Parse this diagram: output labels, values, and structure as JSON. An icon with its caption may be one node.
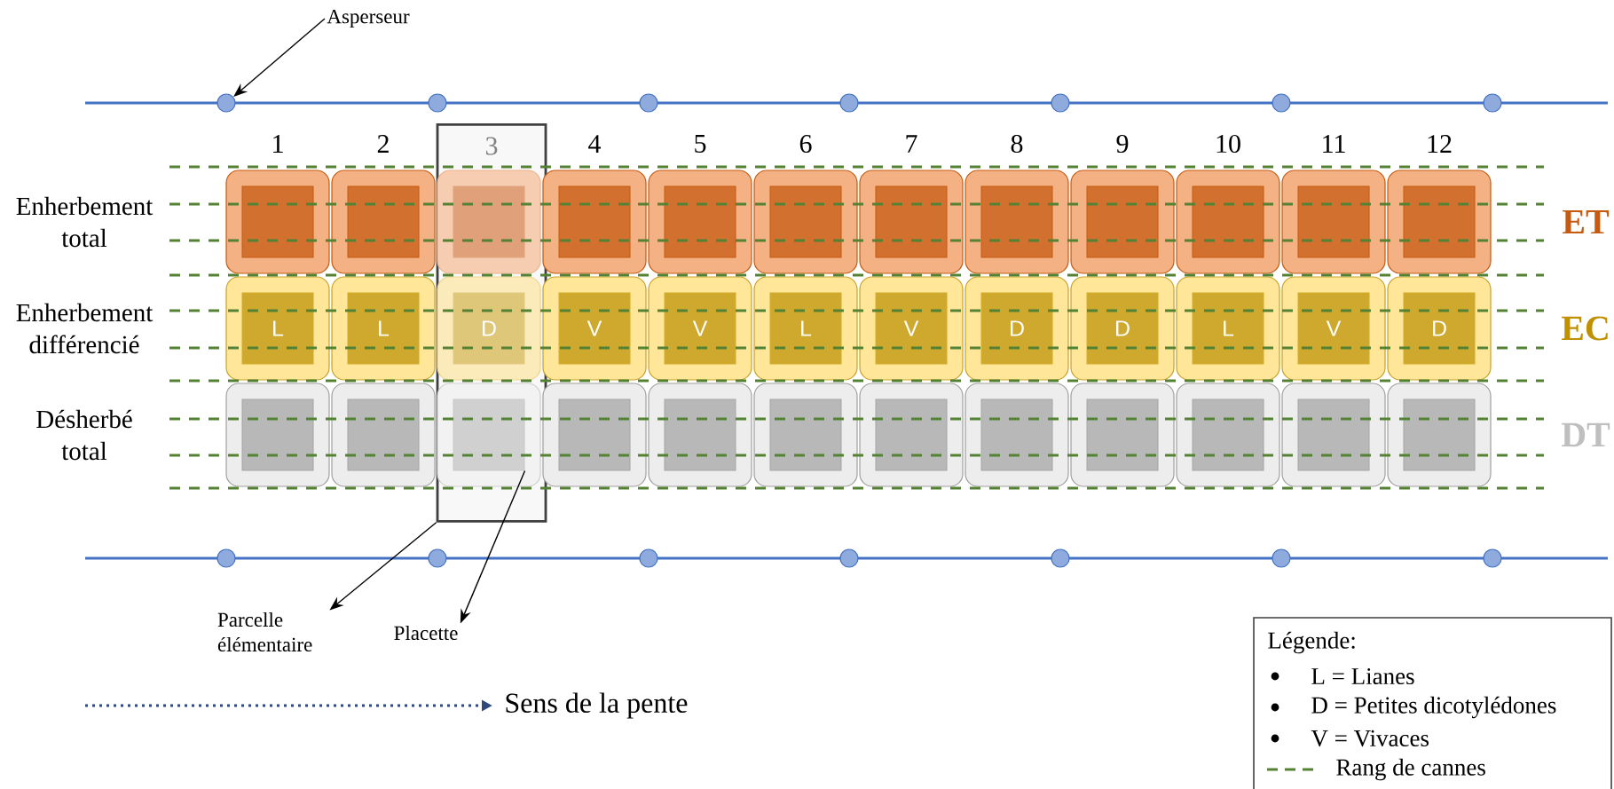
{
  "diagram": {
    "nodes": [
      {
        "text": [
          "Asperseur"
        ]
      },
      {
        "text": [],
        "shape": "circle"
      },
      {
        "text": [],
        "shape": "circle"
      },
      {
        "text": [],
        "shape": "circle"
      },
      {
        "text": [],
        "shape": "circle"
      },
      {
        "text": [],
        "shape": "circle"
      },
      {
        "text": [],
        "shape": "circle"
      },
      {
        "text": [],
        "shape": "circle"
      },
      {
        "text": [
          "3"
        ]
      },
      {
        "text": [],
        "shape": "box"
      },
      {
        "text": [],
        "shape": "box",
        "in": 9
      },
      {
        "text": [],
        "shape": "box"
      },
      {
        "text": [],
        "shape": "box",
        "in": 11
      },
      {
        "text": [],
        "shape": "box",
        "in": 8
      },
      {
        "text": [],
        "shape": "box",
        "in": 13
      },
      {
        "text": [],
        "shape": "box"
      },
      {
        "text": [],
        "shape": "box",
        "in": 15
      },
      {
        "text": [],
        "shape": "box"
      },
      {
        "text": [],
        "shape": "box",
        "in": 17
      },
      {
        "text": [],
        "shape": "box"
      },
      {
        "text": [],
        "shape": "box",
        "in": 19
      },
      {
        "text": [],
        "shape": "box"
      },
      {
        "text": [],
        "shape": "box",
        "in": 21
      },
      {
        "text": [],
        "shape": "box"
      },
      {
        "text": [],
        "shape": "box",
        "in": 23
      },
      {
        "text": [],
        "shape": "box"
      },
      {
        "text": [],
        "shape": "box",
        "in": 25
      },
      {
        "text": [],
        "shape": "box"
      },
      {
        "text": [],
        "shape": "box",
        "in": 27
      },
      {
        "text": [],
        "shape": "box"
      },
      {
        "text": [],
        "shape": "box",
        "in": 29
      },
      {
        "text": [],
        "shape": "box"
      },
      {
        "text": [],
        "shape": "box",
        "in": 31
      },
      {
        "text": [],
        "shape": "box"
      },
      {
        "text": [
          "L"
        ],
        "in": 33
      },
      {
        "text": [],
        "shape": "box"
      },
      {
        "text": [
          "L"
        ],
        "in": 35
      },
      {
        "text": [],
        "shape": "box",
        "in": 8
      },
      {
        "text": [
          "D"
        ],
        "in": 37
      },
      {
        "text": [],
        "shape": "box"
      },
      {
        "text": [
          "V"
        ],
        "in": 39
      },
      {
        "text": [],
        "shape": "box"
      },
      {
        "text": [
          "V"
        ],
        "in": 41
      },
      {
        "text": [],
        "shape": "box"
      },
      {
        "text": [
          "L"
        ],
        "in": 43
      },
      {
        "text": [],
        "shape": "box"
      },
      {
        "text": [
          "V"
        ],
        "in": 45
      },
      {
        "text": [],
        "shape": "box"
      },
      {
        "text": [
          "D"
        ],
        "in": 47
      },
      {
        "text": [],
        "shape": "box"
      },
      {
        "text": [
          "D"
        ],
        "in": 49
      },
      {
        "text": [],
        "shape": "box"
      },
      {
        "text": [
          "L"
        ],
        "in": 51
      },
      {
        "text": [],
        "shape": "box"
      },
      {
        "text": [
          "V"
        ],
        "in": 53
      },
      {
        "text": [],
        "shape": "box"
      },
      {
        "text": [
          "D"
        ],
        "in": 55
      },
      {
        "text": [],
        "shape": "box"
      },
      {
        "text": [],
        "shape": "box",
        "in": 57
      },
      {
        "text": [],
        "shape": "box"
      },
      {
        "text": [],
        "shape": "box",
        "in": 59
      },
      {
        "text": [],
        "shape": "box",
        "in": 8
      },
      {
        "text": [],
        "shape": "box",
        "in": 61
      },
      {
        "text": [],
        "shape": "box"
      },
      {
        "text": [],
        "shape": "box",
        "in": 63
      },
      {
        "text": [],
        "shape": "box"
      },
      {
        "text": [],
        "shape": "box",
        "in": 65
      },
      {
        "text": [],
        "shape": "box"
      },
      {
        "text": [],
        "shape": "box",
        "in": 67
      },
      {
        "text": [],
        "shape": "box"
      },
      {
        "text": [],
        "shape": "box",
        "in": 69
      },
      {
        "text": [],
        "shape": "box"
      },
      {
        "text": [],
        "shape": "box",
        "in": 71
      },
      {
        "text": [],
        "shape": "box"
      },
      {
        "text": [],
        "shape": "box",
        "in": 73
      },
      {
        "text": [],
        "shape": "box"
      },
      {
        "text": [],
        "shape": "box",
        "in": 75
      },
      {
        "text": [],
        "shape": "box"
      },
      {
        "text": [],
        "shape": "box",
        "in": 77
      },
      {
        "text": [],
        "shape": "box"
      },
      {
        "text": [],
        "shape": "box",
        "in": 79
      },
      {
        "text": [],
        "shape": "circle"
      },
      {
        "text": [],
        "shape": "circle"
      },
      {
        "text": [],
        "shape": "circle"
      },
      {
        "text": [],
        "shape": "circle"
      },
      {
        "text": [],
        "shape": "circle"
      },
      {
        "text": [],
        "shape": "circle"
      },
      {
        "text": [],
        "shape": "circle"
      },
      {
        "text": [
          "Parcelle élémentaire"
        ]
      },
      {
        "text": [
          "Placette"
        ]
      }
    ],
    "edges": [
      {
        "from": 0,
        "to": 1,
        "arrow": "to"
      },
      {
        "from": 8,
        "to": 88,
        "arrow": "to"
      },
      {
        "from": 62,
        "to": 89,
        "arrow": "to"
      }
    ],
    "labels": [
      "1",
      "2",
      "4",
      "5",
      "6",
      "7",
      "8",
      "9",
      "10",
      "11",
      "12",
      "Enherbement total",
      "ET",
      "Enherbement différencié",
      "EC",
      "Désherbé total",
      "DT",
      "Sens de la pente",
      "Légende:"
    ],
    "legend": [
      {
        "text": "L = Lianes"
      },
      {
        "text": "D = Petites dicotylédones"
      },
      {
        "text": "V = Vivaces"
      },
      {
        "text": "Rang de cannes"
      }
    ]
  }
}
